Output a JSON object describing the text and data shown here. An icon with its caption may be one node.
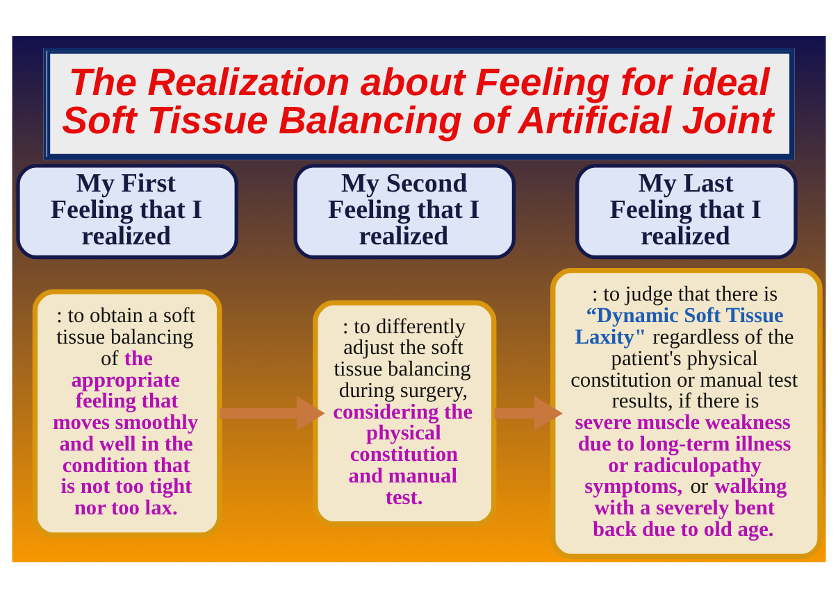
{
  "diagram": {
    "title": "The Realization about Feeling for ideal Soft Tissue Balancing of Artificial Joint",
    "nodes": [
      {
        "text": [
          "My First Feeling that I realized"
        ]
      },
      {
        "text": [
          ": to obtain a soft tissue balancing of **the appropriate feeling that moves smoothly and well in the condition that is not too tight nor too lax.**"
        ]
      },
      {
        "text": [
          "My Second Feeling that I realized"
        ]
      },
      {
        "text": [
          ": to differently adjust the soft tissue balancing during surgery, **considering the physical constitution and manual test.**"
        ]
      },
      {
        "text": [
          "My Last Feeling that I realized"
        ]
      },
      {
        "text": [
          ": to judge that there is **“Dynamic Soft Tissue Laxity\"** regardless of the patient's physical constitution or manual test results, if there is **severe muscle weakness due to long-term illness or radiculopathy symptoms,** or **walking with a severely bent back due to old age.**"
        ]
      }
    ],
    "edges": [
      {
        "from": 1,
        "to": 3,
        "arrow": "to"
      },
      {
        "from": 3,
        "to": 5,
        "arrow": "to"
      }
    ]
  }
}
